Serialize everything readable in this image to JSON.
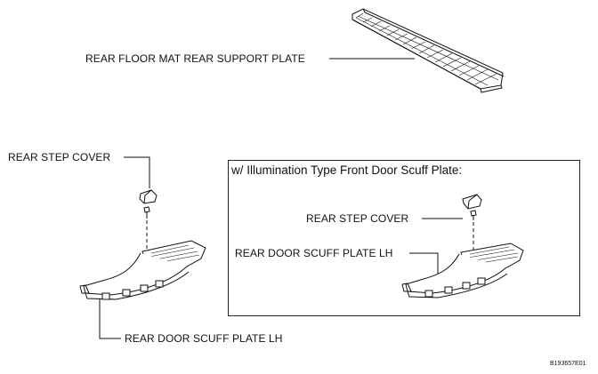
{
  "labels": {
    "floor_mat": "REAR FLOOR MAT REAR SUPPORT PLATE",
    "step_cover_left": "REAR STEP COVER",
    "scuff_plate_left": "REAR DOOR SCUFF PLATE LH",
    "step_cover_inset": "REAR STEP COVER",
    "scuff_plate_inset": "REAR DOOR SCUFF PLATE LH"
  },
  "inset": {
    "title": "w/ Illumination Type Front Door Scuff Plate:"
  },
  "figure_code": "B193657E01"
}
